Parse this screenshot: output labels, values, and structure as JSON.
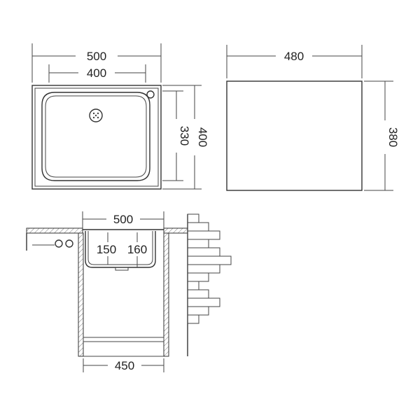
{
  "dimensions": {
    "top_left_outer_width": "500",
    "top_left_inner_width": "400",
    "top_left_inner_height": "330",
    "top_left_outer_height": "400",
    "top_right_width": "480",
    "top_right_height": "380",
    "bottom_width_top": "500",
    "bottom_depth_left": "150",
    "bottom_depth_right": "160",
    "bottom_cabinet_width": "450"
  },
  "colors": {
    "line": "#333333",
    "hatch": "#777777",
    "background": "#ffffff"
  }
}
